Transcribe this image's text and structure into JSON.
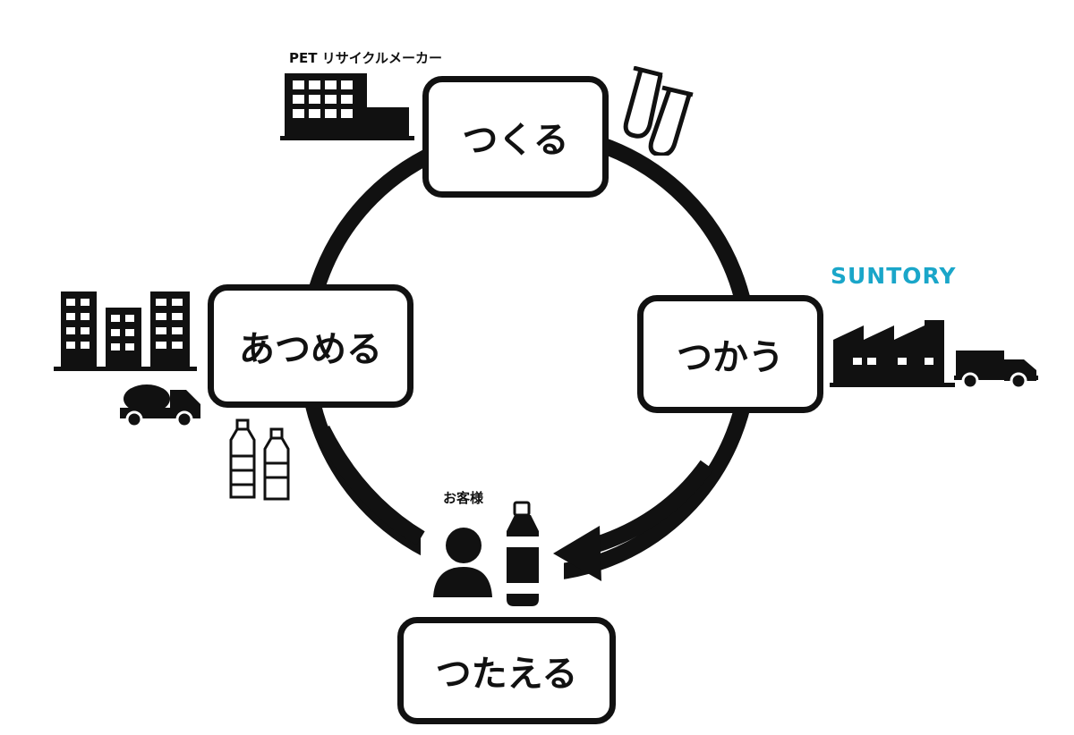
{
  "steps": {
    "make": "つくる",
    "use": "つかう",
    "tell": "つたえる",
    "collect": "あつめる"
  },
  "labels": {
    "recycler": "PET リサイクルメーカー",
    "customer": "お客様",
    "brand": "SUNTORY"
  },
  "colors": {
    "ink": "#111111",
    "brand": "#1aa6c9",
    "background": "#ffffff"
  },
  "icons": [
    "factory-building-icon",
    "test-tubes-icon",
    "brand-factory-icon",
    "delivery-truck-icon",
    "person-icon",
    "drink-bottle-icon",
    "pet-bottles-icon",
    "office-buildings-icon",
    "collection-truck-icon"
  ]
}
